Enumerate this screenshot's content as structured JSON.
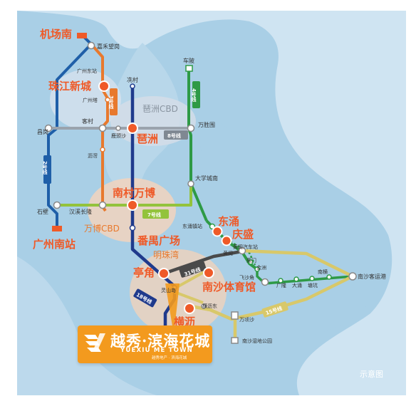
{
  "stations": {
    "jichangnan": "机场南",
    "jiahewanggang": "嘉禾望岗",
    "guangzhoudongzhan": "广州东站",
    "zhujiangxincheng": "珠江新城",
    "guangzhouta": "广州塔",
    "xiancun": "冼村",
    "chepi": "车陂",
    "changgang": "昌岗",
    "kecun": "客村",
    "lujiangsha": "鹿颈沙",
    "pazhou": "琶洲",
    "wanshengwei": "万胜围",
    "lixi": "沥滘",
    "daxuechengnan": "大学城南",
    "shibi": "石壁",
    "hanxichanglong": "汉溪长隆",
    "nancunwanbo": "南村万博",
    "guangzhounanzhan": "广州南站",
    "dongyongzhen": "东涌镇站",
    "panyuguangchang": "番禺广场",
    "dongyong": "东涌",
    "qingsheng": "庆盛",
    "huangge_bus": "黄阁汽车站",
    "huangge": "黄阁",
    "hengli_small": "蕉门",
    "jinzhou": "金洲",
    "tingjiao": "亭角",
    "feishajiao": "飞沙角",
    "guanglong": "广隆",
    "dayong": "大涌",
    "tangkeng": "塘坑",
    "nanheng": "南横",
    "nanshakeyungang": "南沙客运港",
    "nanshatiyuguan": "南沙体育馆",
    "lingshandao": "灵山岛",
    "hengli": "横沥",
    "hengliedong": "横沥东",
    "wanqingsha": "万顷沙",
    "nanshashidigongyuan": "南沙湿地公园"
  },
  "areas": {
    "pazhou_cbd": "琶洲CBD",
    "wanbo_cbd": "万博CBD",
    "mingzhuwan": "明珠湾"
  },
  "lines": {
    "line2": "2号线",
    "line3": "3号线",
    "line4": "4号线",
    "line8": "8号线",
    "line7": "7号线",
    "line18": "18号线",
    "line31": "31号线",
    "line15": "15号线"
  },
  "badge": {
    "brand": "越秀·滨海花城",
    "en": "YUEXIU ME TOWN",
    "sub": "越秀地产 · 滨海花城"
  },
  "note": "示意图",
  "colors": {
    "line2": "#1f5fa8",
    "line3": "#e8792d",
    "line4": "#2e9a46",
    "line7": "#93c33c",
    "line8": "#9aa3ad",
    "line18": "#1f3a8c",
    "line31": "#4a4a4a",
    "line15": "#d8c86a",
    "accent": "#ef5a28",
    "water": "#d7eaf5",
    "land": "#a9cfe6"
  }
}
